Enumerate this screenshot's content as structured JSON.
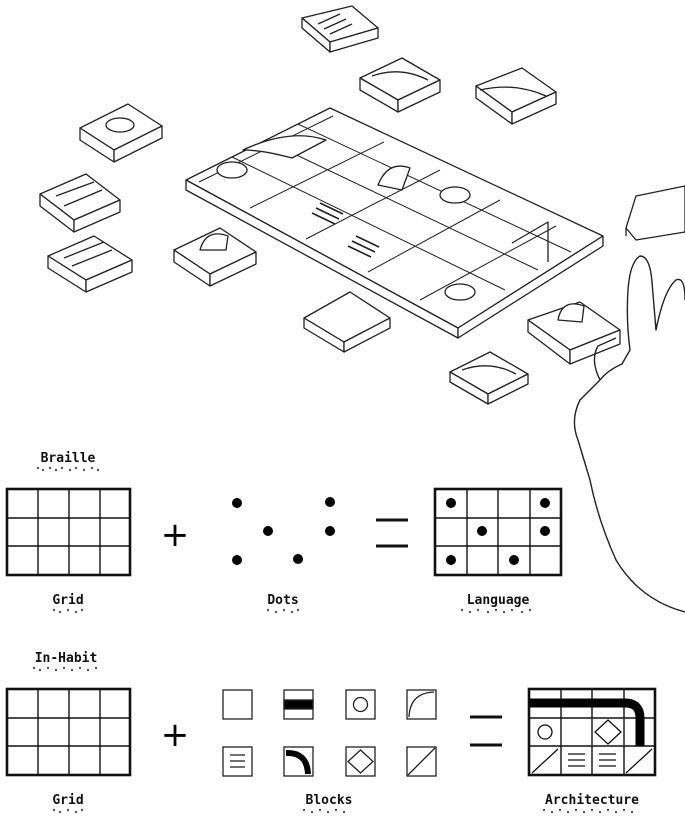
{
  "illustration": {
    "subject": "modular tactile tile board with loose tiles and a hand placing a tile"
  },
  "equation_braille": {
    "heading": "Braille",
    "grid_caption": "Grid",
    "dots_caption": "Dots",
    "result_caption": "Language",
    "plus": "+",
    "equals": "="
  },
  "equation_inhabit": {
    "heading": "In-Habit",
    "grid_caption": "Grid",
    "blocks_caption": "Blocks",
    "result_caption": "Architecture",
    "plus": "+",
    "equals": "="
  }
}
